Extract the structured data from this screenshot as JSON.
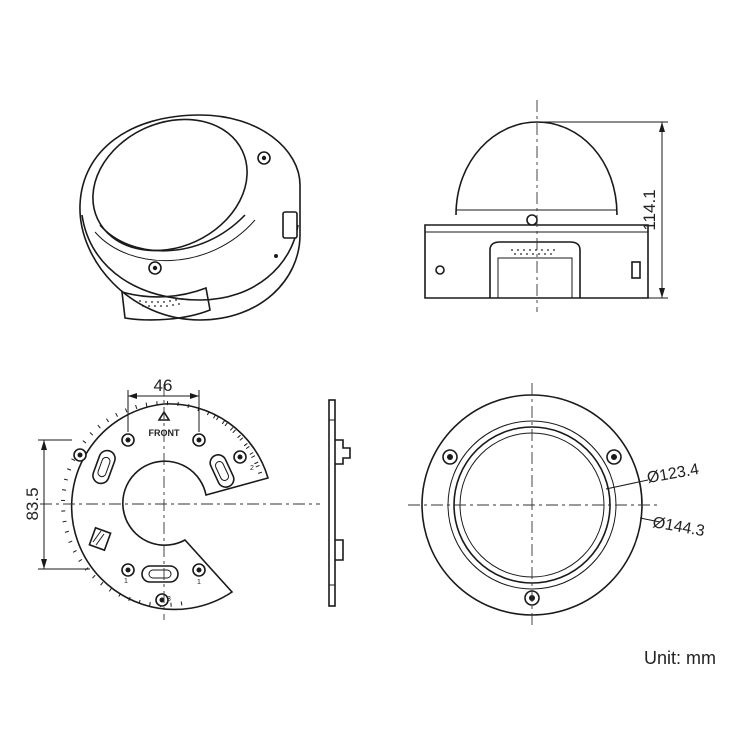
{
  "dimensions": {
    "height": "114.1",
    "plate_hole_spacing": "46",
    "plate_height": "83.5",
    "inner_diameter": "Ø123.4",
    "outer_diameter": "Ø144.3"
  },
  "plate_labels": {
    "front": "FRONT",
    "hole_1": "1",
    "hole_2": "2",
    "hole_3": "3"
  },
  "unit_label": "Unit: mm"
}
